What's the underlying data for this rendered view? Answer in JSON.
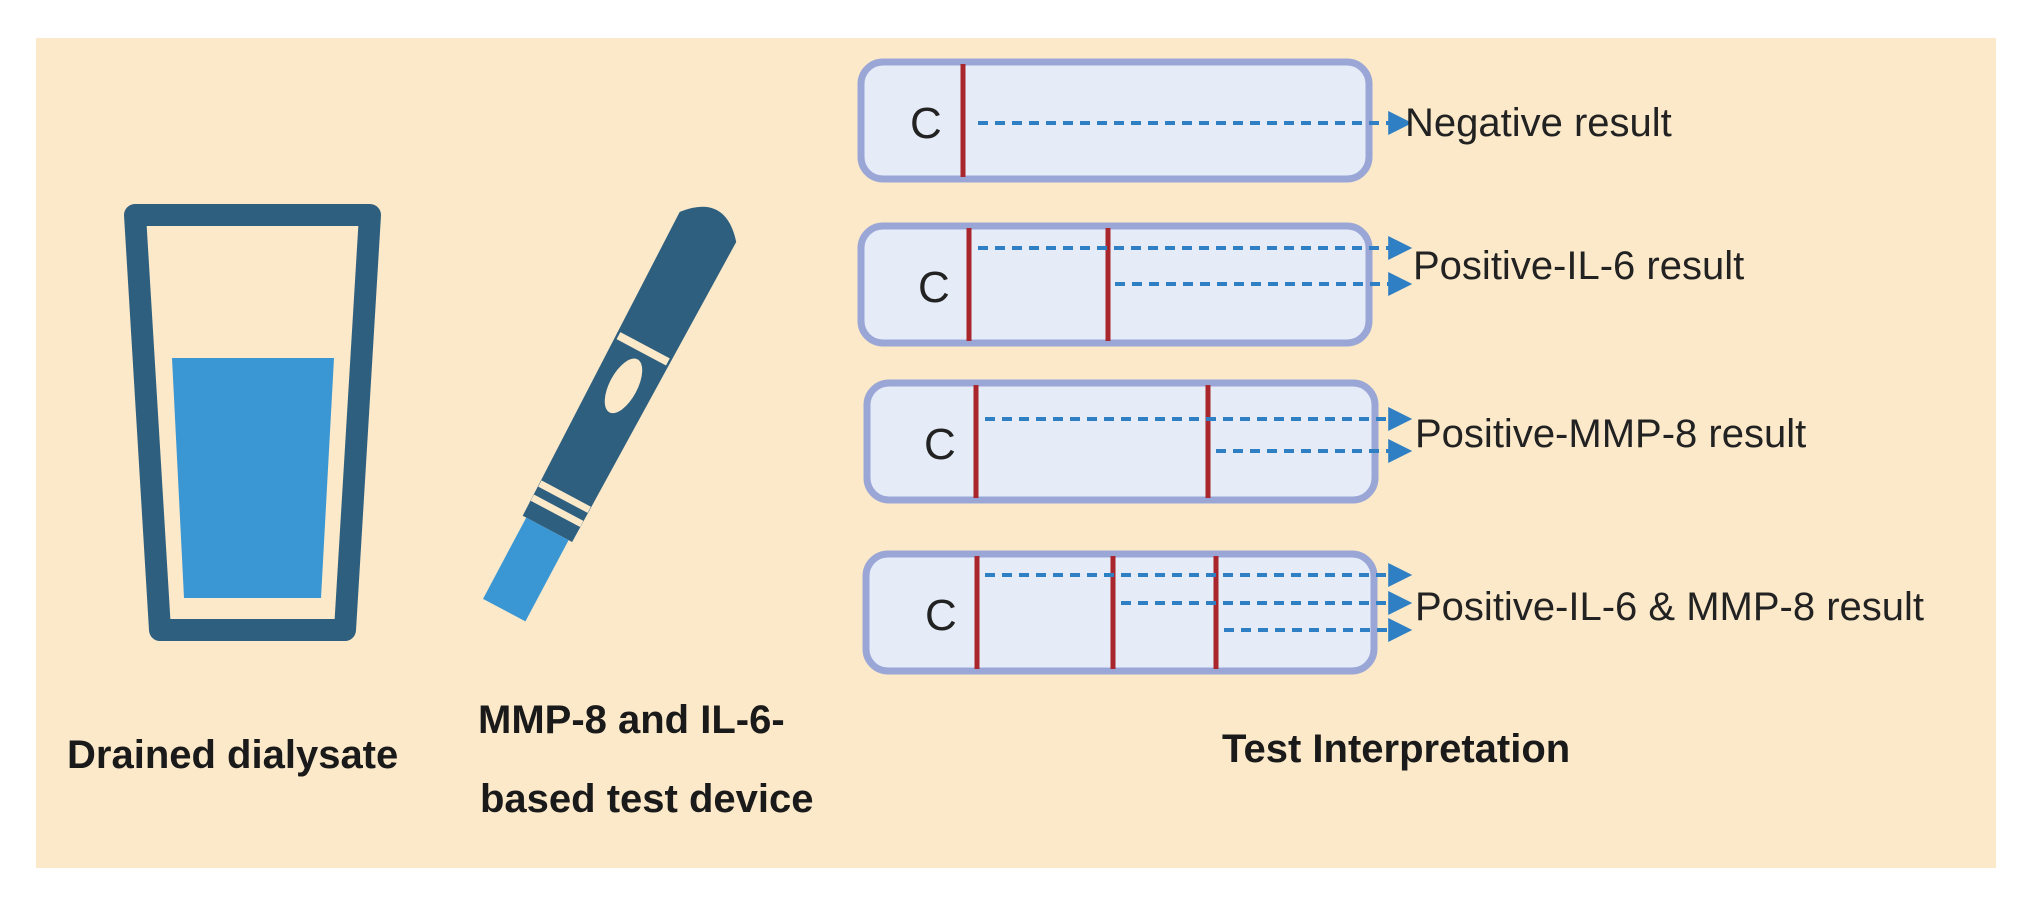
{
  "colors": {
    "background": "#fbe9c9",
    "glass_outline": "#2f5f7f",
    "liquid": "#3a97d4",
    "strip_fill": "#e5ecf8",
    "strip_border": "#9aa6d6",
    "control_line": "#a8262c",
    "dashed_arrow": "#2f7fc4"
  },
  "icons": {
    "glass": "drinking-glass-icon",
    "device": "lateral-flow-test-device-icon"
  },
  "captions": {
    "glass": "Drained dialysate",
    "device_line1": "MMP-8 and IL-6-",
    "device_line2": "based test device",
    "interpretation": "Test Interpretation"
  },
  "strips": [
    {
      "control_label": "C",
      "result": "Negative result",
      "lines": 1
    },
    {
      "control_label": "C",
      "result": "Positive-IL-6 result",
      "lines": 2
    },
    {
      "control_label": "C",
      "result": "Positive-MMP-8 result",
      "lines": 2
    },
    {
      "control_label": "C",
      "result": "Positive-IL-6 & MMP-8 result",
      "lines": 3
    }
  ]
}
